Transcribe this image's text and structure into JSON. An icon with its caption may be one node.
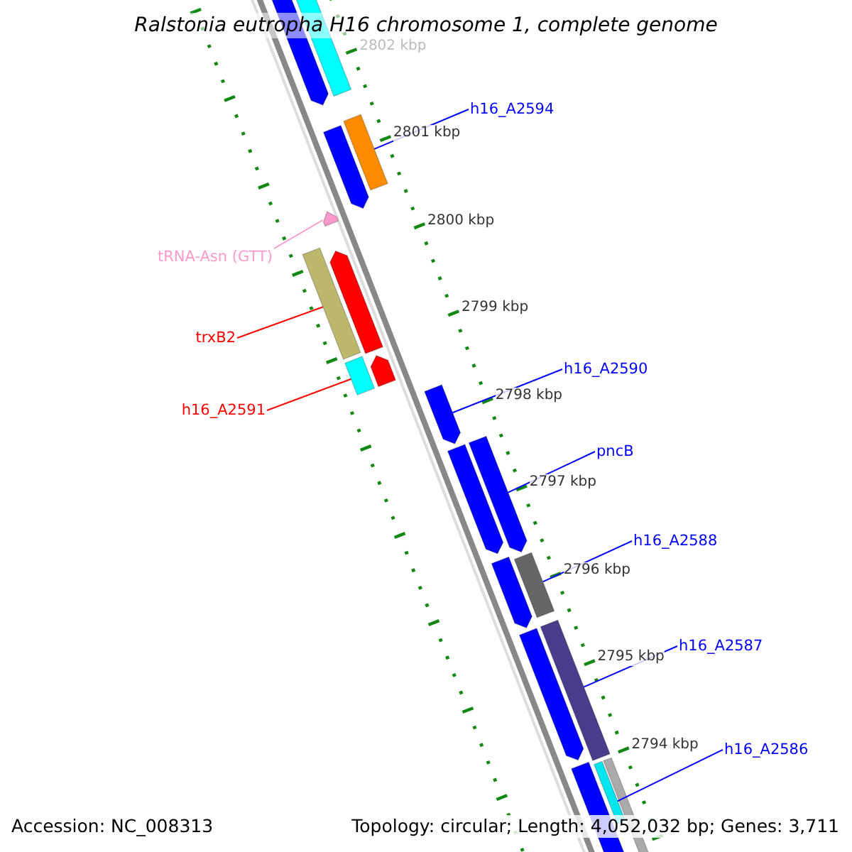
{
  "diagram": {
    "title": "Ralstonia eutropha H16 chromosome 1, complete genome",
    "nodes": [
      {
        "text": [
          "h16_A2594"
        ]
      },
      {
        "text": [],
        "shape": "bar"
      },
      {
        "text": [
          "tRNA-Asn (GTT)"
        ]
      },
      {
        "text": [],
        "shape": "bar"
      },
      {
        "text": [
          "trxB2"
        ]
      },
      {
        "text": [],
        "shape": "bar"
      },
      {
        "text": [
          "h16_A2591"
        ]
      },
      {
        "text": [],
        "shape": "bar"
      },
      {
        "text": [
          "h16_A2590"
        ]
      },
      {
        "text": [],
        "shape": "bar"
      },
      {
        "text": [
          "pncB"
        ]
      },
      {
        "text": [],
        "shape": "bar"
      },
      {
        "text": [
          "h16_A2588"
        ]
      },
      {
        "text": [],
        "shape": "bar"
      },
      {
        "text": [
          "h16_A2587"
        ]
      },
      {
        "text": [],
        "shape": "bar"
      },
      {
        "text": [
          "h16_A2586"
        ]
      },
      {
        "text": [],
        "shape": "bar"
      }
    ],
    "edges": [
      {
        "from": 0,
        "to": 1,
        "arrow": "none"
      },
      {
        "from": 2,
        "to": 3,
        "arrow": "none",
        "color": "#ff99cc"
      },
      {
        "from": 4,
        "to": 5,
        "arrow": "none",
        "color": "#ff0000"
      },
      {
        "from": 6,
        "to": 7,
        "arrow": "none",
        "color": "#ff0000"
      },
      {
        "from": 8,
        "to": 9,
        "arrow": "none"
      },
      {
        "from": 10,
        "to": 11,
        "arrow": "none"
      },
      {
        "from": 12,
        "to": 13,
        "arrow": "none"
      },
      {
        "from": 14,
        "to": 15,
        "arrow": "none"
      },
      {
        "from": 16,
        "to": 17,
        "arrow": "none"
      }
    ],
    "labels": [
      "2802 kbp",
      "2801 kbp",
      "2800 kbp",
      "2799 kbp",
      "2798 kbp",
      "2797 kbp",
      "2796 kbp",
      "2795 kbp",
      "2794 kbp",
      "Accession: NC_008313",
      "Topology: circular; Length: 4,052,032 bp; Genes: 3,711"
    ]
  }
}
